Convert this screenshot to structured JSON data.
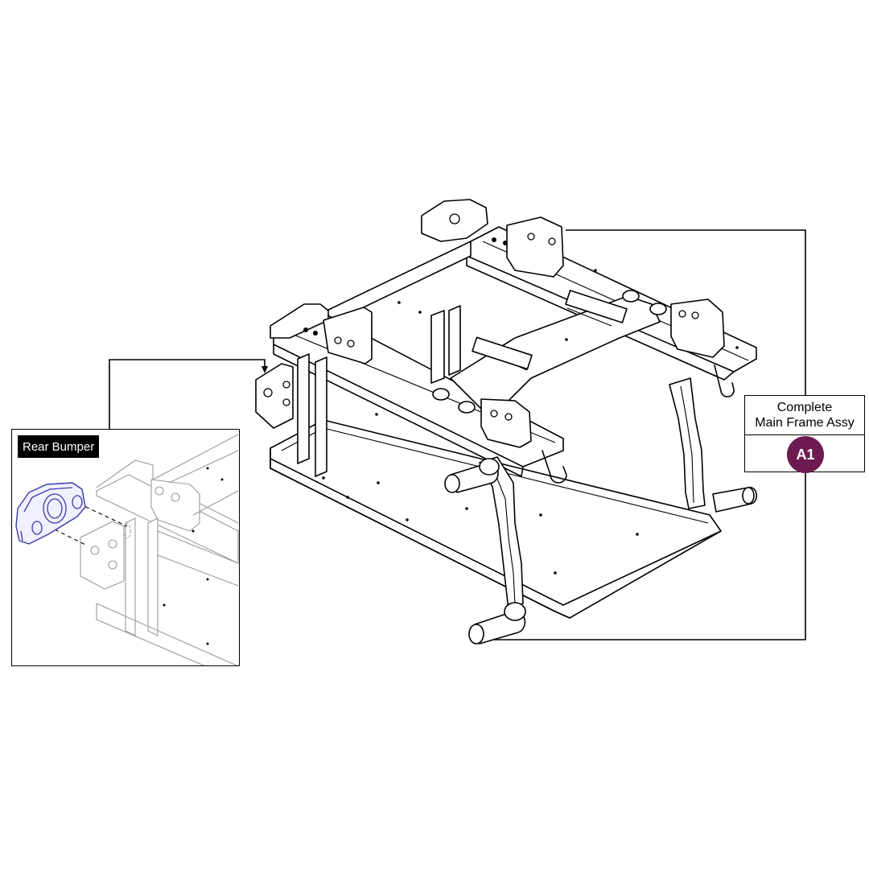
{
  "callout": {
    "title_line1": "Complete",
    "title_line2": "Main Frame Assy",
    "badge": "A1",
    "badge_color": "#6e1a52"
  },
  "inset": {
    "label": "Rear Bumper",
    "highlight_color": "#3a3aa8"
  }
}
